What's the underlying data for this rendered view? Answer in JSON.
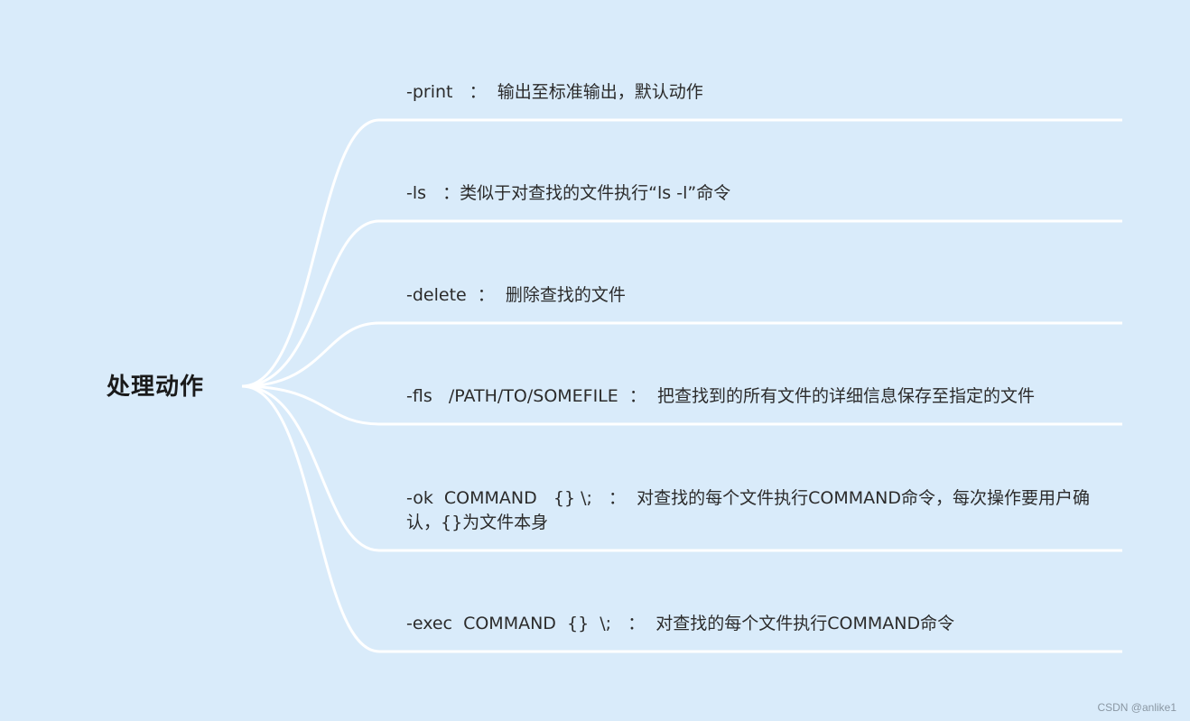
{
  "root": {
    "label": "处理动作"
  },
  "branches": [
    {
      "text": "-print   ：  输出至标准输出，默认动作"
    },
    {
      "text": "-ls   ：类似于对查找的文件执行“ls -l”命令"
    },
    {
      "text": "-delete  ：  删除查找的文件"
    },
    {
      "text": "-fls   /PATH/TO/SOMEFILE  ：  把查找到的所有文件的详细信息保存至指定的文件"
    },
    {
      "text": "-ok  COMMAND   {} \\;   ：  对查找的每个文件执行COMMAND命令，每次操作要用户确认，{}为文件本身"
    },
    {
      "text": "-exec  COMMAND  {}  \\;   ：  对查找的每个文件执行COMMAND命令"
    }
  ],
  "watermark": "CSDN @anlike1",
  "colors": {
    "background": "#d9ebfa",
    "connector": "#ffffff",
    "text": "#2b2b2b",
    "root_text": "#1a1a1a"
  }
}
